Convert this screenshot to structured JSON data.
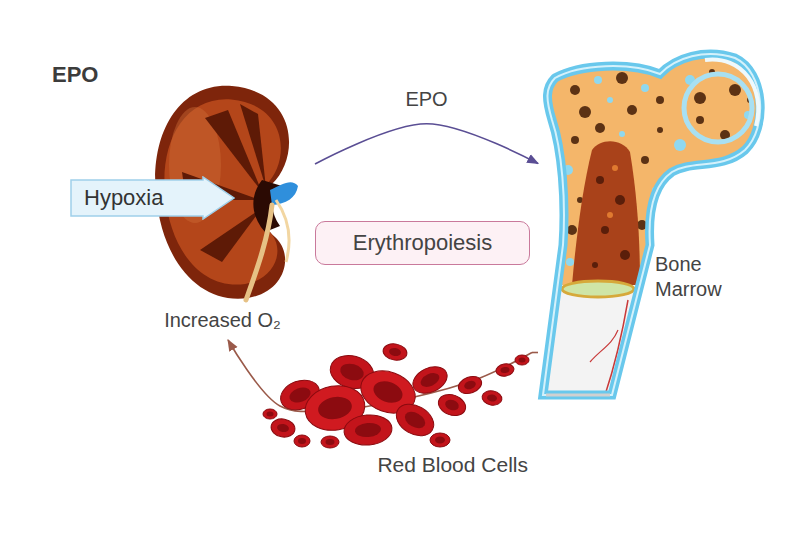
{
  "diagram": {
    "title": "EPO",
    "nodes": [
      {
        "text": [
          "Increased O₂"
        ]
      },
      {
        "text": [
          "Hypoxia"
        ]
      },
      {
        "text": [
          "Erythropoiesis"
        ]
      },
      {
        "text": [
          "Bone Marrow"
        ]
      },
      {
        "text": [
          "Red Blood Cells"
        ]
      }
    ],
    "edges": [
      {
        "from": 0,
        "to": 3,
        "label": "EPO",
        "arrow": "to"
      },
      {
        "from": 3,
        "to": 4,
        "arrow": "none"
      },
      {
        "from": 4,
        "to": 0,
        "arrow": "to"
      }
    ]
  }
}
